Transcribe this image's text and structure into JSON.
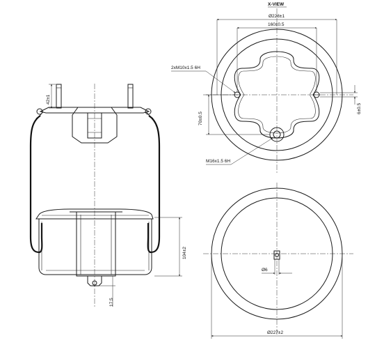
{
  "labels": {
    "x_view": "X-VIEW",
    "top_diameter": "Ø228±1",
    "inner_pcd": "160±0.5",
    "stud_thread": "2xM10x1.5 6H",
    "center_thread": "M16x1.5 6H",
    "left_offset": "70±0.5",
    "right_offset": "6±0.5",
    "stud_height": "42±1",
    "total_height": "104±2",
    "bottom_offset": "17.5",
    "hole_diameter": "Ø6",
    "bottom_diameter": "Ø227±2"
  }
}
